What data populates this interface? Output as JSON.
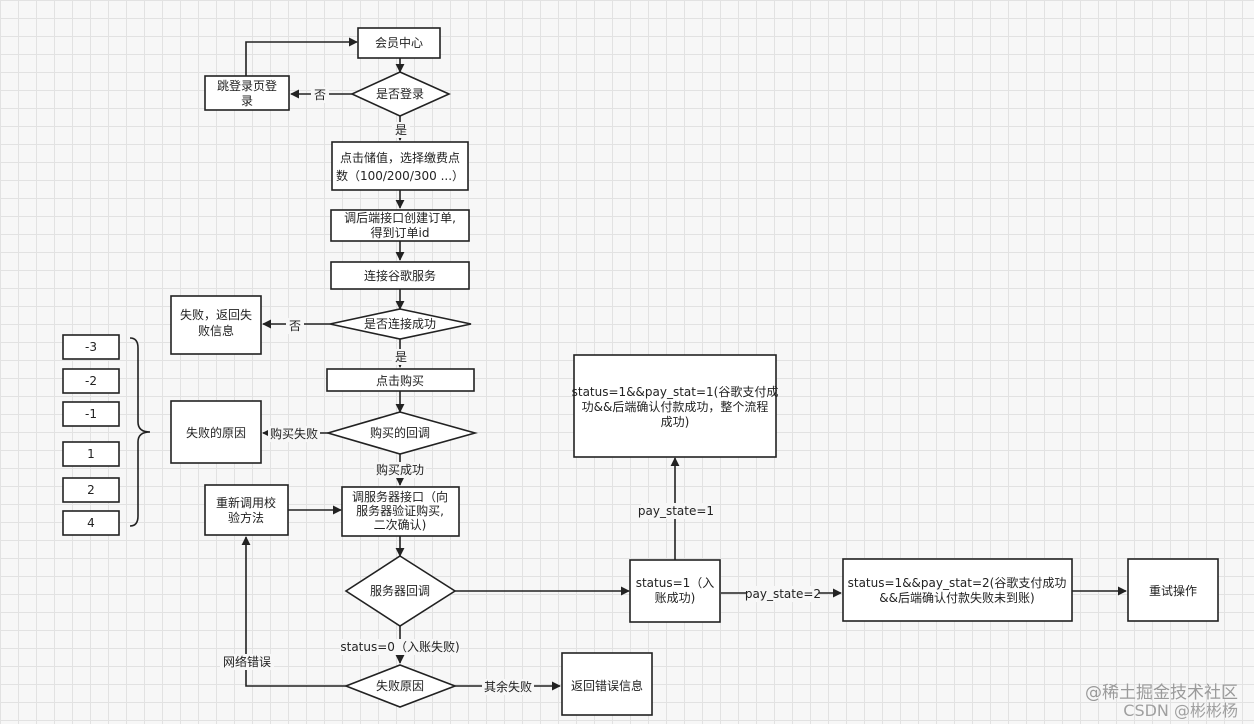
{
  "nodes": {
    "member_center": "会员中心",
    "is_logged_in": "是否登录",
    "goto_login": [
      "跳登录页登",
      "录"
    ],
    "click_recharge": [
      "点击储值，选择缴费点",
      "数（100/200/300 ...）"
    ],
    "create_order": [
      "调后端接口创建订单,",
      "得到订单id"
    ],
    "connect_google": "连接谷歌服务",
    "is_connected": "是否连接成功",
    "fail_return": [
      "失败，返回失",
      "败信息"
    ],
    "click_buy": "点击购买",
    "purchase_callback": "购买的回调",
    "fail_reason_box": "失败的原因",
    "call_server_verify": [
      "调服务器接口（向",
      "服务器验证购买,",
      "二次确认)"
    ],
    "recall_verify": [
      "重新调用校",
      "验方法"
    ],
    "server_callback": "服务器回调",
    "fail_reason_decision": "失败原因",
    "return_error": "返回错误信息",
    "status_1": [
      "status=1（入",
      "账成功)"
    ],
    "state_1_success": [
      "status=1&&pay_stat=1(谷歌支付成",
      "功&&后端确认付款成功，整个流程",
      "成功)"
    ],
    "state_2_fail": [
      "status=1&&pay_stat=2(谷歌支付成功",
      "&&后端确认付款失败未到账)"
    ],
    "retry": "重试操作"
  },
  "edge_labels": {
    "no_login": "否",
    "yes_login": "是",
    "no_connect": "否",
    "yes_connect": "是",
    "purchase_fail": "购买失败",
    "purchase_success": "购买成功",
    "status_0": "status=0（入账失败)",
    "network_error": "网络错误",
    "other_fail": "其余失败",
    "pay_state_1": "pay_state=1",
    "pay_state_2": "pay_state=2"
  },
  "error_codes": [
    "-3",
    "-2",
    "-1",
    "1",
    "2",
    "4"
  ],
  "watermark": {
    "line1": "@稀土掘金技术社区",
    "line2": "CSDN @彬彬杨"
  }
}
